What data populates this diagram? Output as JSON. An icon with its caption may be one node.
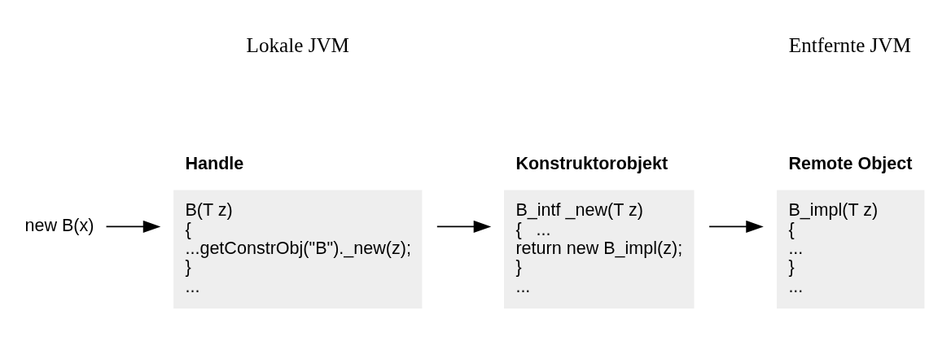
{
  "diagram": {
    "nodes": [
      {
        "text": [
          "new B(x)"
        ]
      },
      {
        "text": [
          "Handle",
          "B(T z)",
          "{",
          "...getConstrObj(\"B\")._new(z);",
          "}",
          "..."
        ]
      },
      {
        "text": [
          "Konstruktorobjekt",
          "B_intf _new(T z)",
          "{   ...",
          "return new B_impl(z);",
          "}",
          "..."
        ]
      },
      {
        "text": [
          "Remote Object",
          "B_impl(T z)",
          "{",
          "...",
          "}",
          "..."
        ]
      }
    ],
    "edges": [
      {
        "from": 0,
        "to": 1,
        "arrow": "to"
      },
      {
        "from": 1,
        "to": 2,
        "arrow": "to"
      },
      {
        "from": 2,
        "to": 3,
        "arrow": "to"
      }
    ],
    "labels": [
      "Lokale JVM",
      "Entfernte JVM"
    ]
  }
}
